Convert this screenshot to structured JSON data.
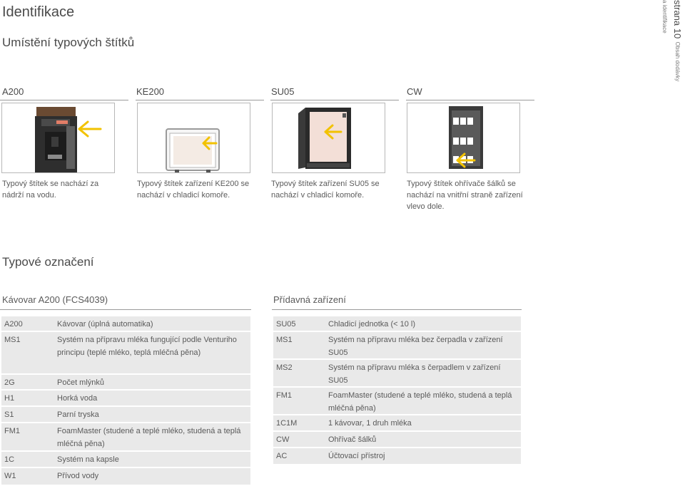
{
  "header": {
    "title": "Identifikace",
    "subtitle": "Umístění typových štítků",
    "page": "strana 10",
    "page_section": "Obsah dodávky a identifikace"
  },
  "devices": [
    {
      "label": "A200",
      "caption": "Typový štítek se nachází za nádrží na vodu.",
      "icon": "coffee-machine-icon"
    },
    {
      "label": "KE200",
      "caption": "Typový štítek zařízení KE200 se nachází v chladicí komoře.",
      "icon": "cooling-unit-icon"
    },
    {
      "label": "SU05",
      "caption": "Typový štítek zařízení SU05 se nachází v chladicí komoře.",
      "icon": "cooling-unit-open-icon"
    },
    {
      "label": "CW",
      "caption": "Typový štítek ohřívače šálků se nachází na vnitřní straně zaří­zení vlevo dole.",
      "icon": "cup-warmer-icon"
    }
  ],
  "section_title": "Typové označení",
  "machine_table": {
    "title": "Kávovar A200 (FCS4039)",
    "rows": [
      {
        "code": "A200",
        "desc": "Kávovar (úplná automatika)"
      },
      {
        "code": "MS1",
        "desc": "Systém na přípravu mléka fungující podle Venturiho principu (teplé mléko, teplá mléčná pěna)"
      },
      {
        "code": "2G",
        "desc": "Počet mlýnků"
      },
      {
        "code": "H1",
        "desc": "Horká voda"
      },
      {
        "code": "S1",
        "desc": "Parní tryska"
      },
      {
        "code": "FM1",
        "desc": "FoamMaster (studené a teplé mléko, studená a teplá mléčná pěna)"
      },
      {
        "code": "1C",
        "desc": "Systém na kapsle"
      },
      {
        "code": "W1",
        "desc": "Přívod vody"
      }
    ]
  },
  "extra_table": {
    "title": "Přídavná zařízení",
    "rows": [
      {
        "code": "SU05",
        "desc": "Chladicí jednotka (< 10 l)"
      },
      {
        "code": "MS1",
        "desc": "Systém na přípravu mléka bez čerpadla v zařízení SU05"
      },
      {
        "code": "MS2",
        "desc": "Systém na přípravu mléka s čerpadlem v zařízení SU05"
      },
      {
        "code": "FM1",
        "desc": "FoamMaster (studené a teplé mléko, studená a teplá mléčná pěna)"
      },
      {
        "code": "1C1M",
        "desc": "1 kávovar, 1 druh mléka"
      },
      {
        "code": "CW",
        "desc": "Ohřívač šálků"
      },
      {
        "code": "AC",
        "desc": "Účtovací přístroj"
      }
    ]
  },
  "colors": {
    "arrow": "#f2c200",
    "row_bg": "#e9e9e9",
    "text": "#5a5a5a"
  }
}
